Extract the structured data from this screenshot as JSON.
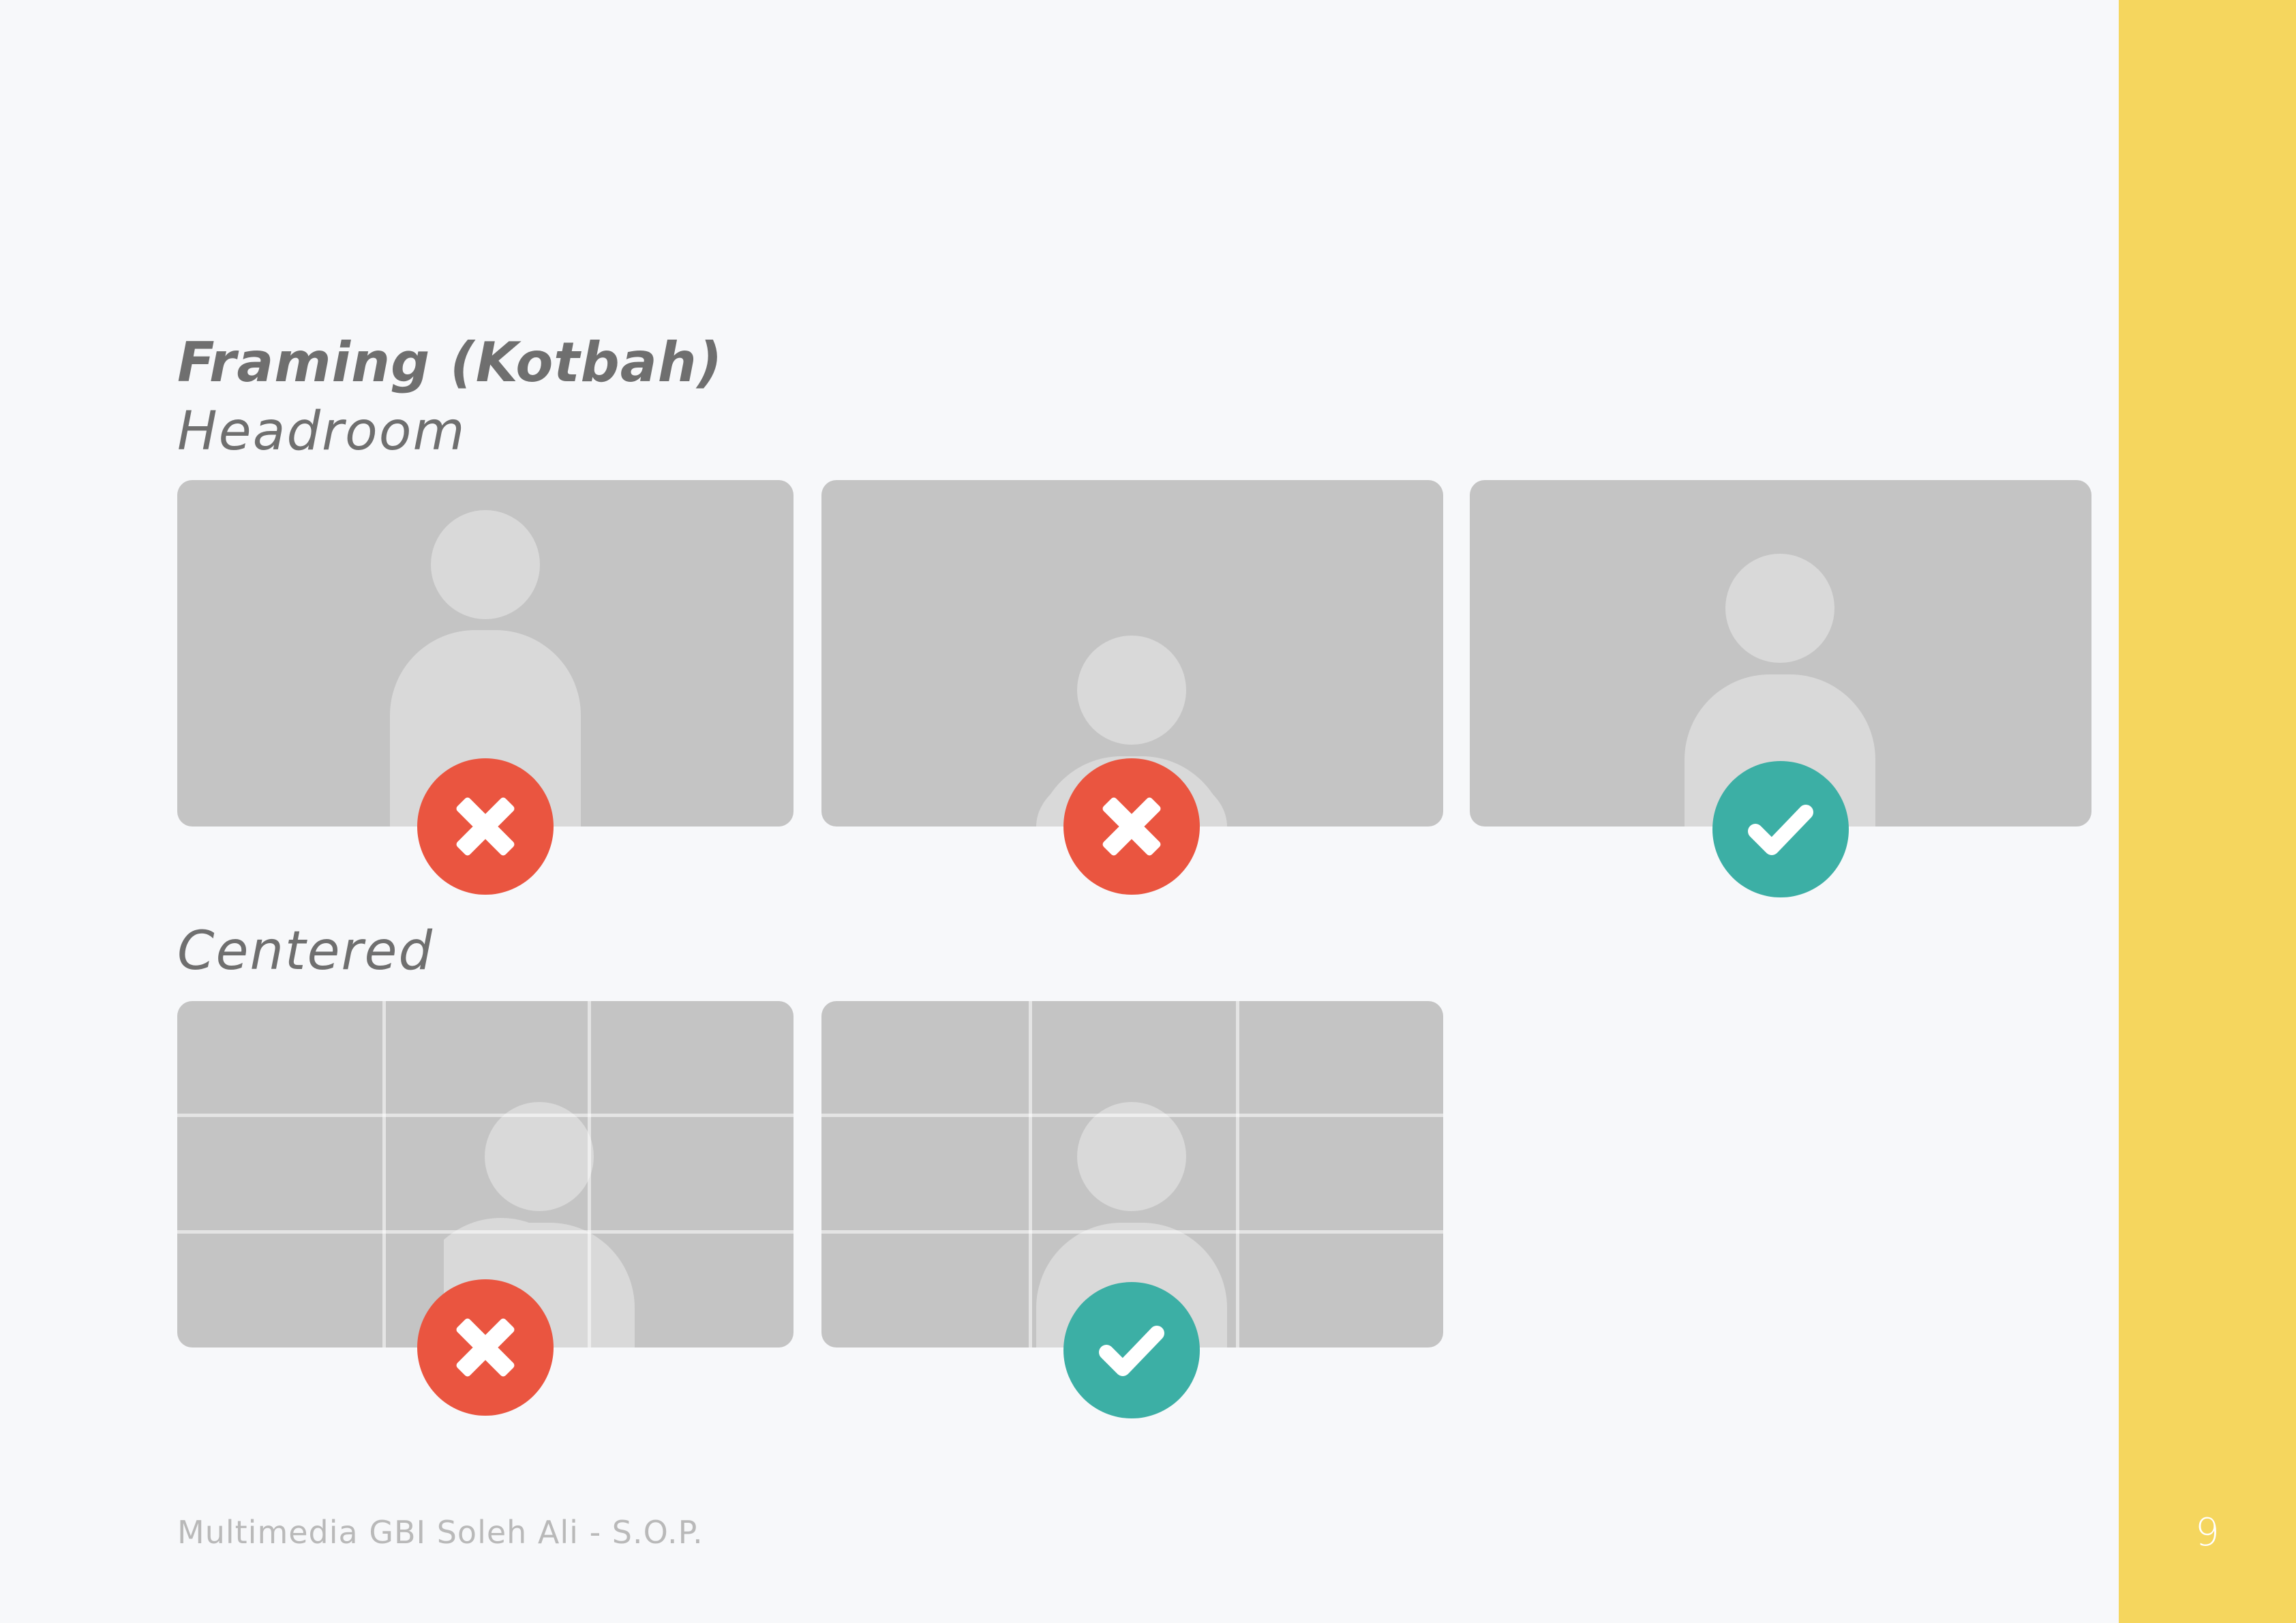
{
  "colors": {
    "background": "#f7f8fa",
    "sidebar": "#f5d65e",
    "frame": "#c4c4c4",
    "person": "#d9d9d9",
    "wrong": "#ea5540",
    "correct": "#3cafa5"
  },
  "title": "Framing (Kotbah)",
  "sections": {
    "headroom": {
      "label": "Headroom",
      "examples": [
        {
          "verdict": "wrong",
          "icon": "cross-icon"
        },
        {
          "verdict": "wrong",
          "icon": "cross-icon"
        },
        {
          "verdict": "correct",
          "icon": "check-icon"
        }
      ]
    },
    "centered": {
      "label": "Centered",
      "examples": [
        {
          "verdict": "wrong",
          "icon": "cross-icon"
        },
        {
          "verdict": "correct",
          "icon": "check-icon"
        }
      ]
    }
  },
  "footer": {
    "text": "Multimedia GBI Soleh Ali - S.O.P.",
    "page_number": "9"
  }
}
